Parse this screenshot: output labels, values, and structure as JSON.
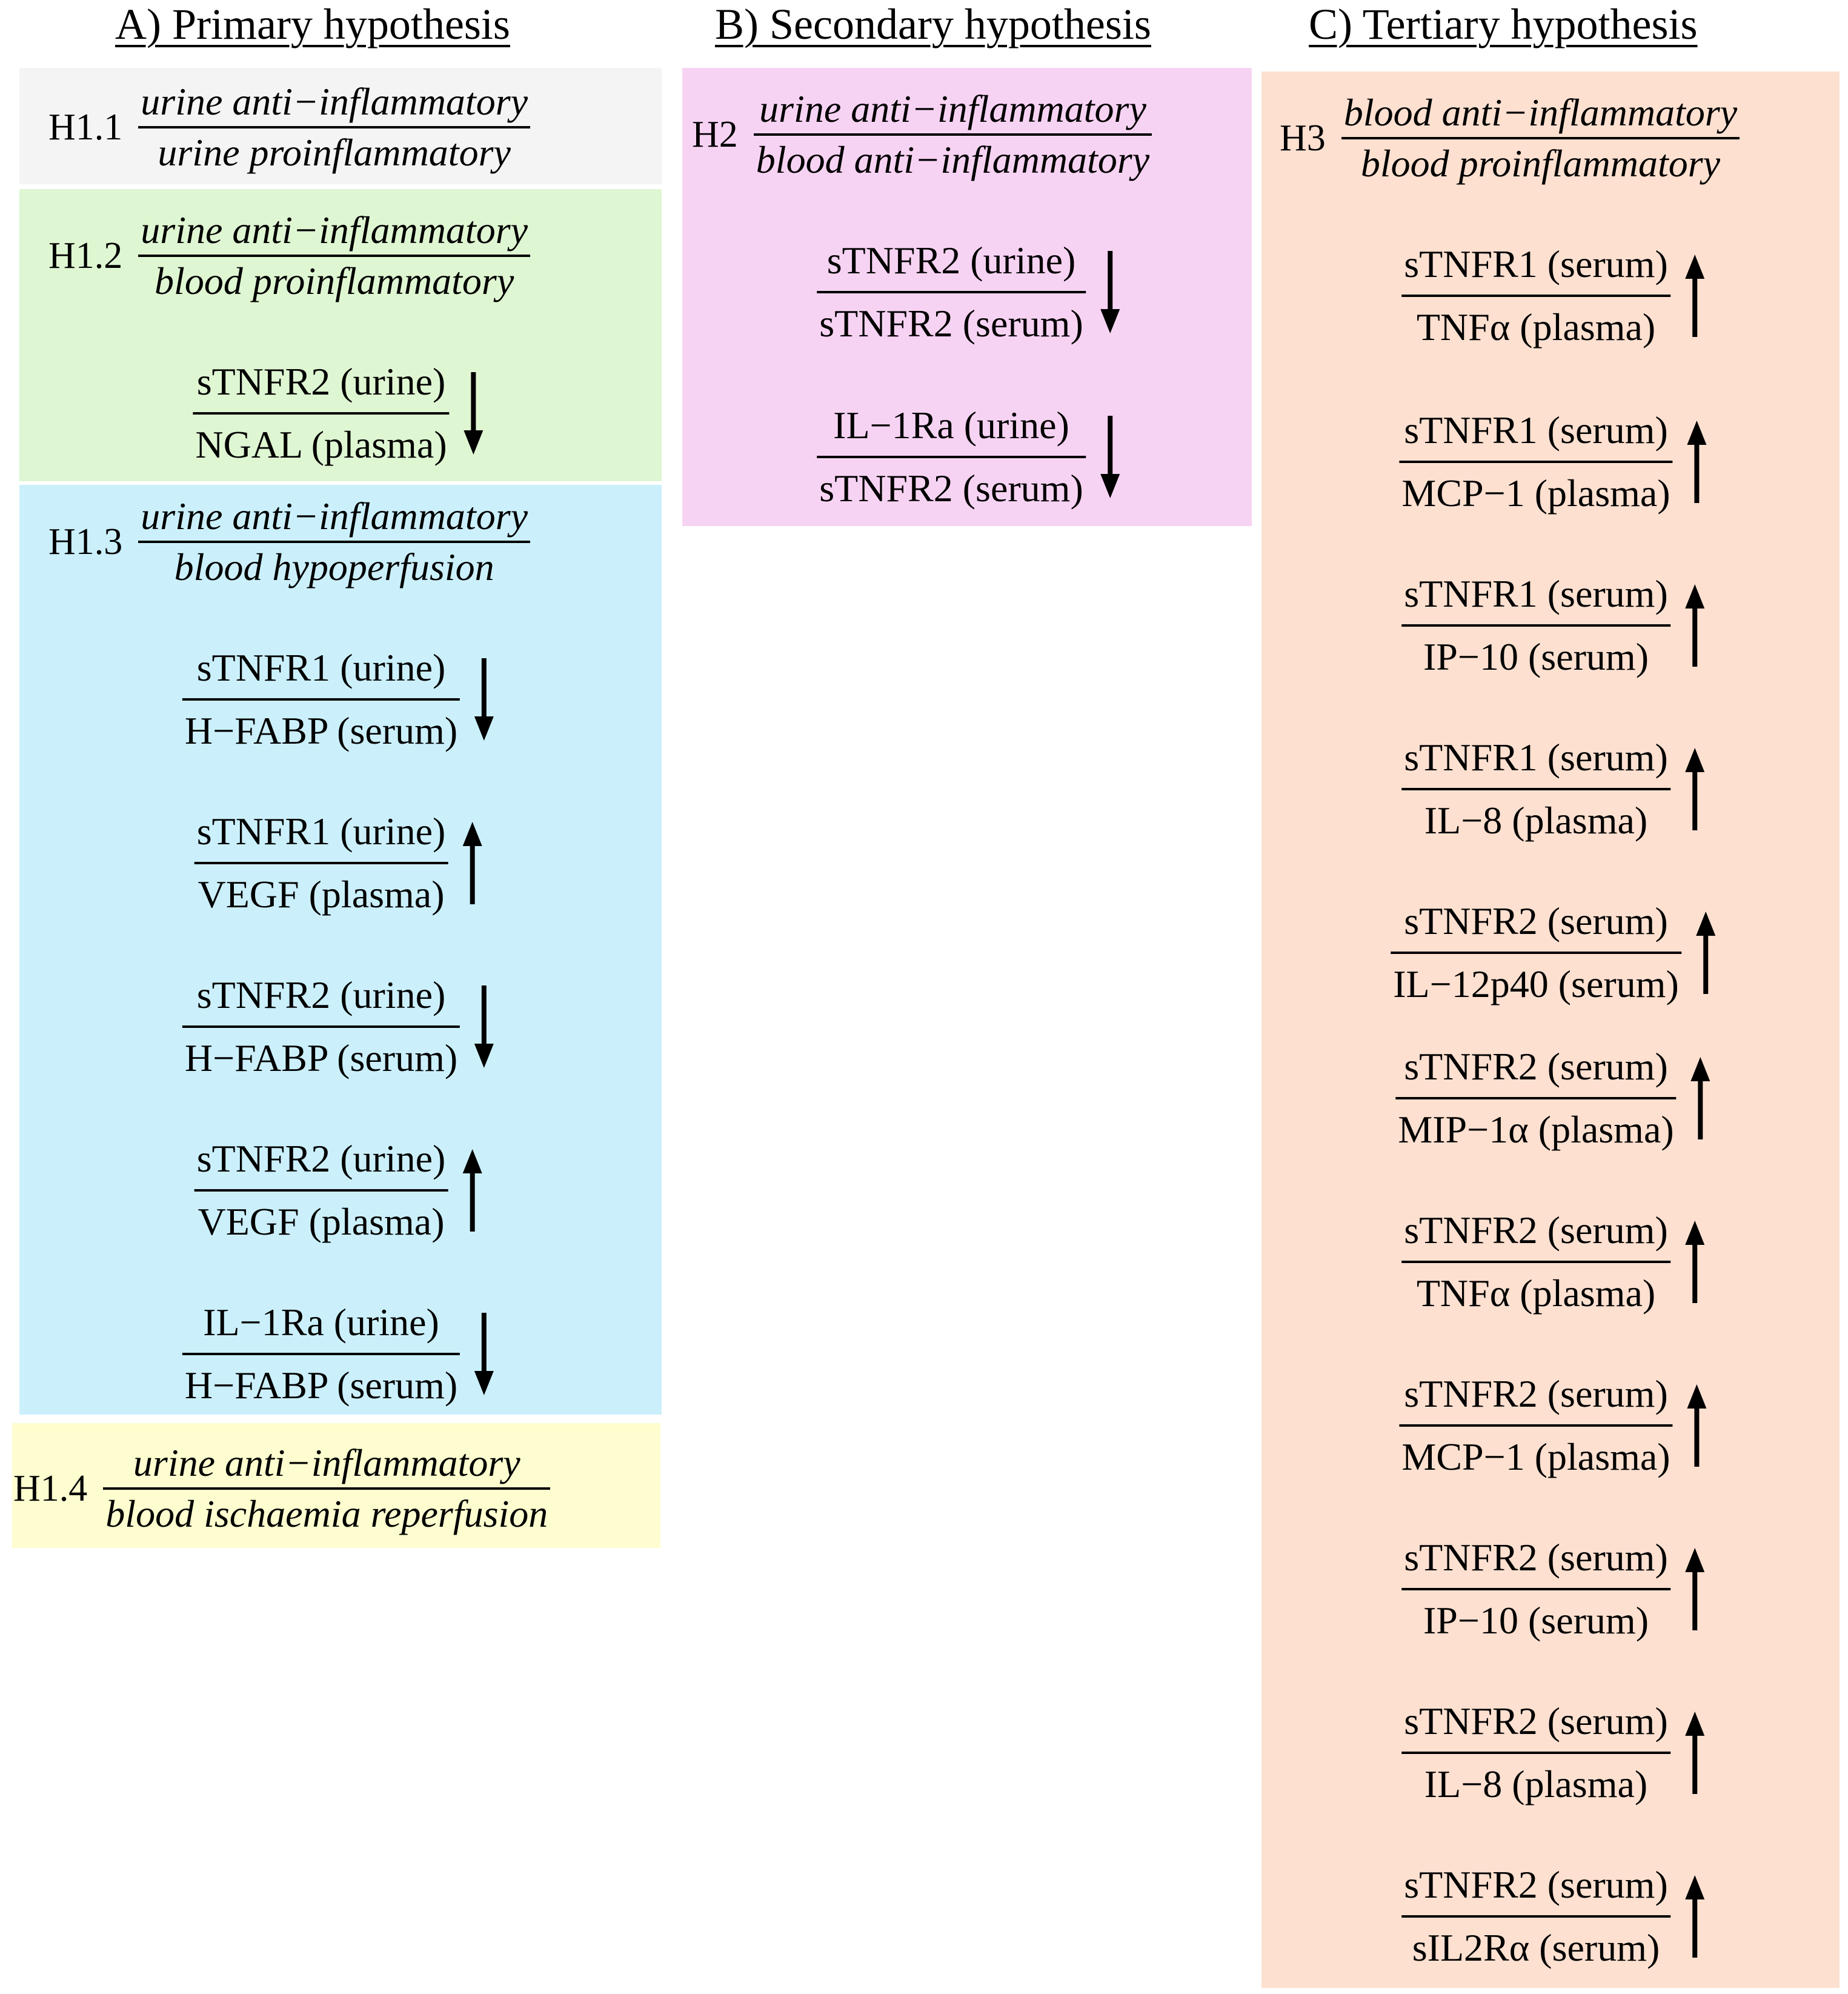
{
  "colors": {
    "h1_1": "#f4f4f4",
    "h1_2": "#dff6d2",
    "h1_3": "#cbf0fc",
    "h1_4": "#fdfdcf",
    "h2": "#f7d3f3",
    "h3": "#fde0d0"
  },
  "columns": {
    "a": {
      "title": "A) Primary hypothesis"
    },
    "b": {
      "title": "B) Secondary hypothesis"
    },
    "c": {
      "title": "C) Tertiary hypothesis"
    }
  },
  "h1_1": {
    "id": "H1.1",
    "num": "urine anti−inflammatory",
    "den": "urine proinflammatory"
  },
  "h1_2": {
    "id": "H1.2",
    "num": "urine anti−inflammatory",
    "den": "blood proinflammatory",
    "ratios": [
      {
        "num": "sTNFR2 (urine)",
        "den": "NGAL (plasma)",
        "direction": "down"
      }
    ]
  },
  "h1_3": {
    "id": "H1.3",
    "num": "urine anti−inflammatory",
    "den": "blood hypoperfusion",
    "ratios": [
      {
        "num": "sTNFR1 (urine)",
        "den": "H−FABP (serum)",
        "direction": "down"
      },
      {
        "num": "sTNFR1 (urine)",
        "den": "VEGF (plasma)",
        "direction": "up"
      },
      {
        "num": "sTNFR2 (urine)",
        "den": "H−FABP (serum)",
        "direction": "down"
      },
      {
        "num": "sTNFR2 (urine)",
        "den": "VEGF (plasma)",
        "direction": "up"
      },
      {
        "num": "IL−1Ra (urine)",
        "den": "H−FABP (serum)",
        "direction": "down"
      }
    ]
  },
  "h1_4": {
    "id": "H1.4",
    "num": "urine anti−inflammatory",
    "den": "blood ischaemia reperfusion"
  },
  "h2": {
    "id": "H2",
    "num": "urine anti−inflammatory",
    "den": "blood anti−inflammatory",
    "ratios": [
      {
        "num": "sTNFR2 (urine)",
        "den": "sTNFR2 (serum)",
        "direction": "down"
      },
      {
        "num": "IL−1Ra (urine)",
        "den": "sTNFR2 (serum)",
        "direction": "down"
      }
    ]
  },
  "h3": {
    "id": "H3",
    "num": "blood anti−inflammatory",
    "den": "blood proinflammatory",
    "ratios": [
      {
        "num": "sTNFR1 (serum)",
        "den": "TNFα (plasma)",
        "direction": "up"
      },
      {
        "num": "sTNFR1 (serum)",
        "den": "MCP−1 (plasma)",
        "direction": "up"
      },
      {
        "num": "sTNFR1 (serum)",
        "den": "IP−10 (serum)",
        "direction": "up"
      },
      {
        "num": "sTNFR1 (serum)",
        "den": "IL−8 (plasma)",
        "direction": "up"
      },
      {
        "num": "sTNFR2 (serum)",
        "den": "IL−12p40 (serum)",
        "direction": "up"
      },
      {
        "num": "sTNFR2 (serum)",
        "den": "MIP−1α (plasma)",
        "direction": "up"
      },
      {
        "num": "sTNFR2 (serum)",
        "den": "TNFα (plasma)",
        "direction": "up"
      },
      {
        "num": "sTNFR2 (serum)",
        "den": "MCP−1 (plasma)",
        "direction": "up"
      },
      {
        "num": "sTNFR2 (serum)",
        "den": "IP−10 (serum)",
        "direction": "up"
      },
      {
        "num": "sTNFR2 (serum)",
        "den": "IL−8 (plasma)",
        "direction": "up"
      },
      {
        "num": "sTNFR2 (serum)",
        "den": "sIL2Rα (serum)",
        "direction": "up"
      }
    ]
  }
}
